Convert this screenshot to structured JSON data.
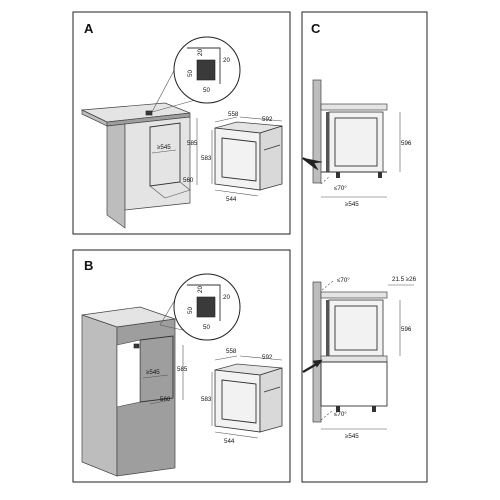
{
  "panels": {
    "a": {
      "letter": "A"
    },
    "b": {
      "letter": "B"
    },
    "c": {
      "letter": "C"
    }
  },
  "detail_labels": {
    "d20": "20",
    "d50_v": "50",
    "d20_r": "20",
    "d50_h": "50"
  },
  "dims": {
    "d558": "558",
    "d592": "592",
    "d585": "585",
    "d583": "583",
    "d545": "≥545",
    "d560": "560",
    "d544": "544"
  },
  "side": {
    "d596": "596",
    "d70": "≤70°",
    "d545": "≥545",
    "d21": "21.5 ≥26"
  }
}
